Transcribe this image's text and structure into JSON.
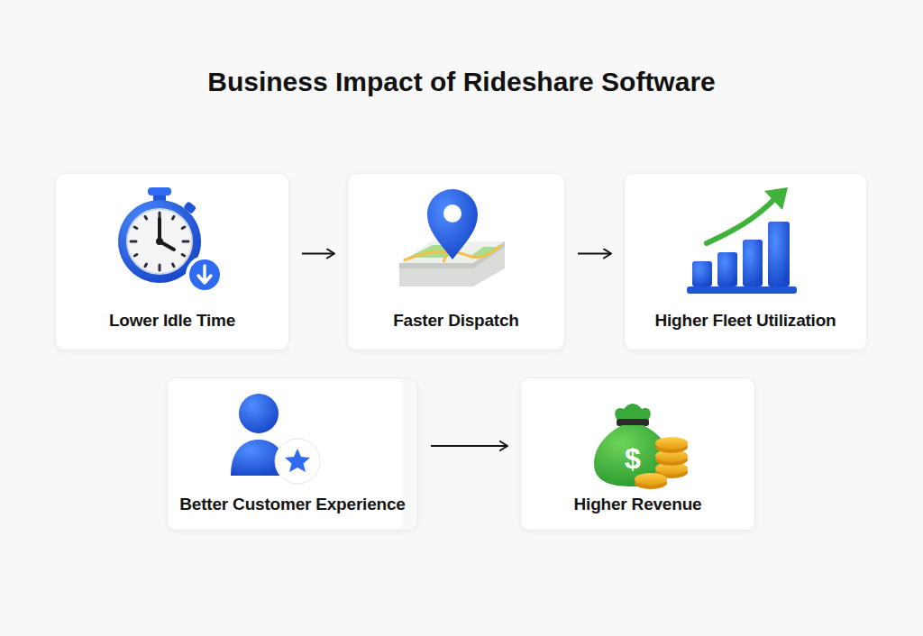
{
  "diagram": {
    "title": "Business Impact of Rideshare Software",
    "nodes": [
      {
        "text": [
          "Lower Idle Time"
        ]
      },
      {
        "text": [
          "Faster Dispatch"
        ]
      },
      {
        "text": [
          "Higher Fleet Utilization"
        ]
      },
      {
        "text": [
          "Better Customer Experience"
        ]
      },
      {
        "text": [
          "Higher Revenue"
        ]
      }
    ],
    "edges": [
      {
        "from": 0,
        "to": 1,
        "arrow": "to"
      },
      {
        "from": 1,
        "to": 2,
        "arrow": "to"
      },
      {
        "from": 3,
        "to": 4,
        "arrow": "to"
      }
    ]
  }
}
